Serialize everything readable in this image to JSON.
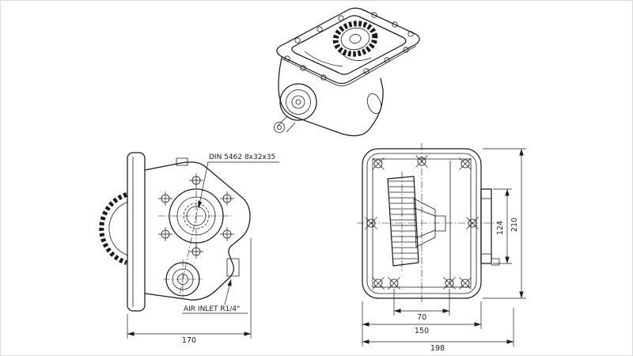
{
  "page": {
    "background": "#ffffff",
    "line_color": "#1b1b1b"
  },
  "annotations": {
    "spline_spec": "DIN 5462 8x32x35",
    "air_inlet": "AIR INLET R1/4\""
  },
  "dimensions": {
    "side_overall_width": "170",
    "rear_hole_spacing": "70",
    "rear_flange_width": "150",
    "rear_overall_width": "198",
    "rear_side_cover_height": "124",
    "rear_overall_height": "210"
  }
}
